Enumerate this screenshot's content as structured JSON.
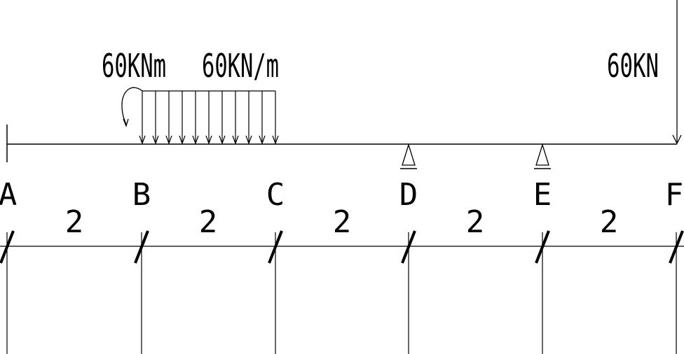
{
  "loads": {
    "moment": "60KNm",
    "distributed": "60KN/m",
    "point": "60KN"
  },
  "points": [
    "A",
    "B",
    "C",
    "D",
    "E",
    "F"
  ],
  "spans": [
    "2",
    "2",
    "2",
    "2",
    "2"
  ],
  "supports": [
    "D",
    "E"
  ],
  "colors": {
    "line": "#000000",
    "background": "#ffffff"
  }
}
